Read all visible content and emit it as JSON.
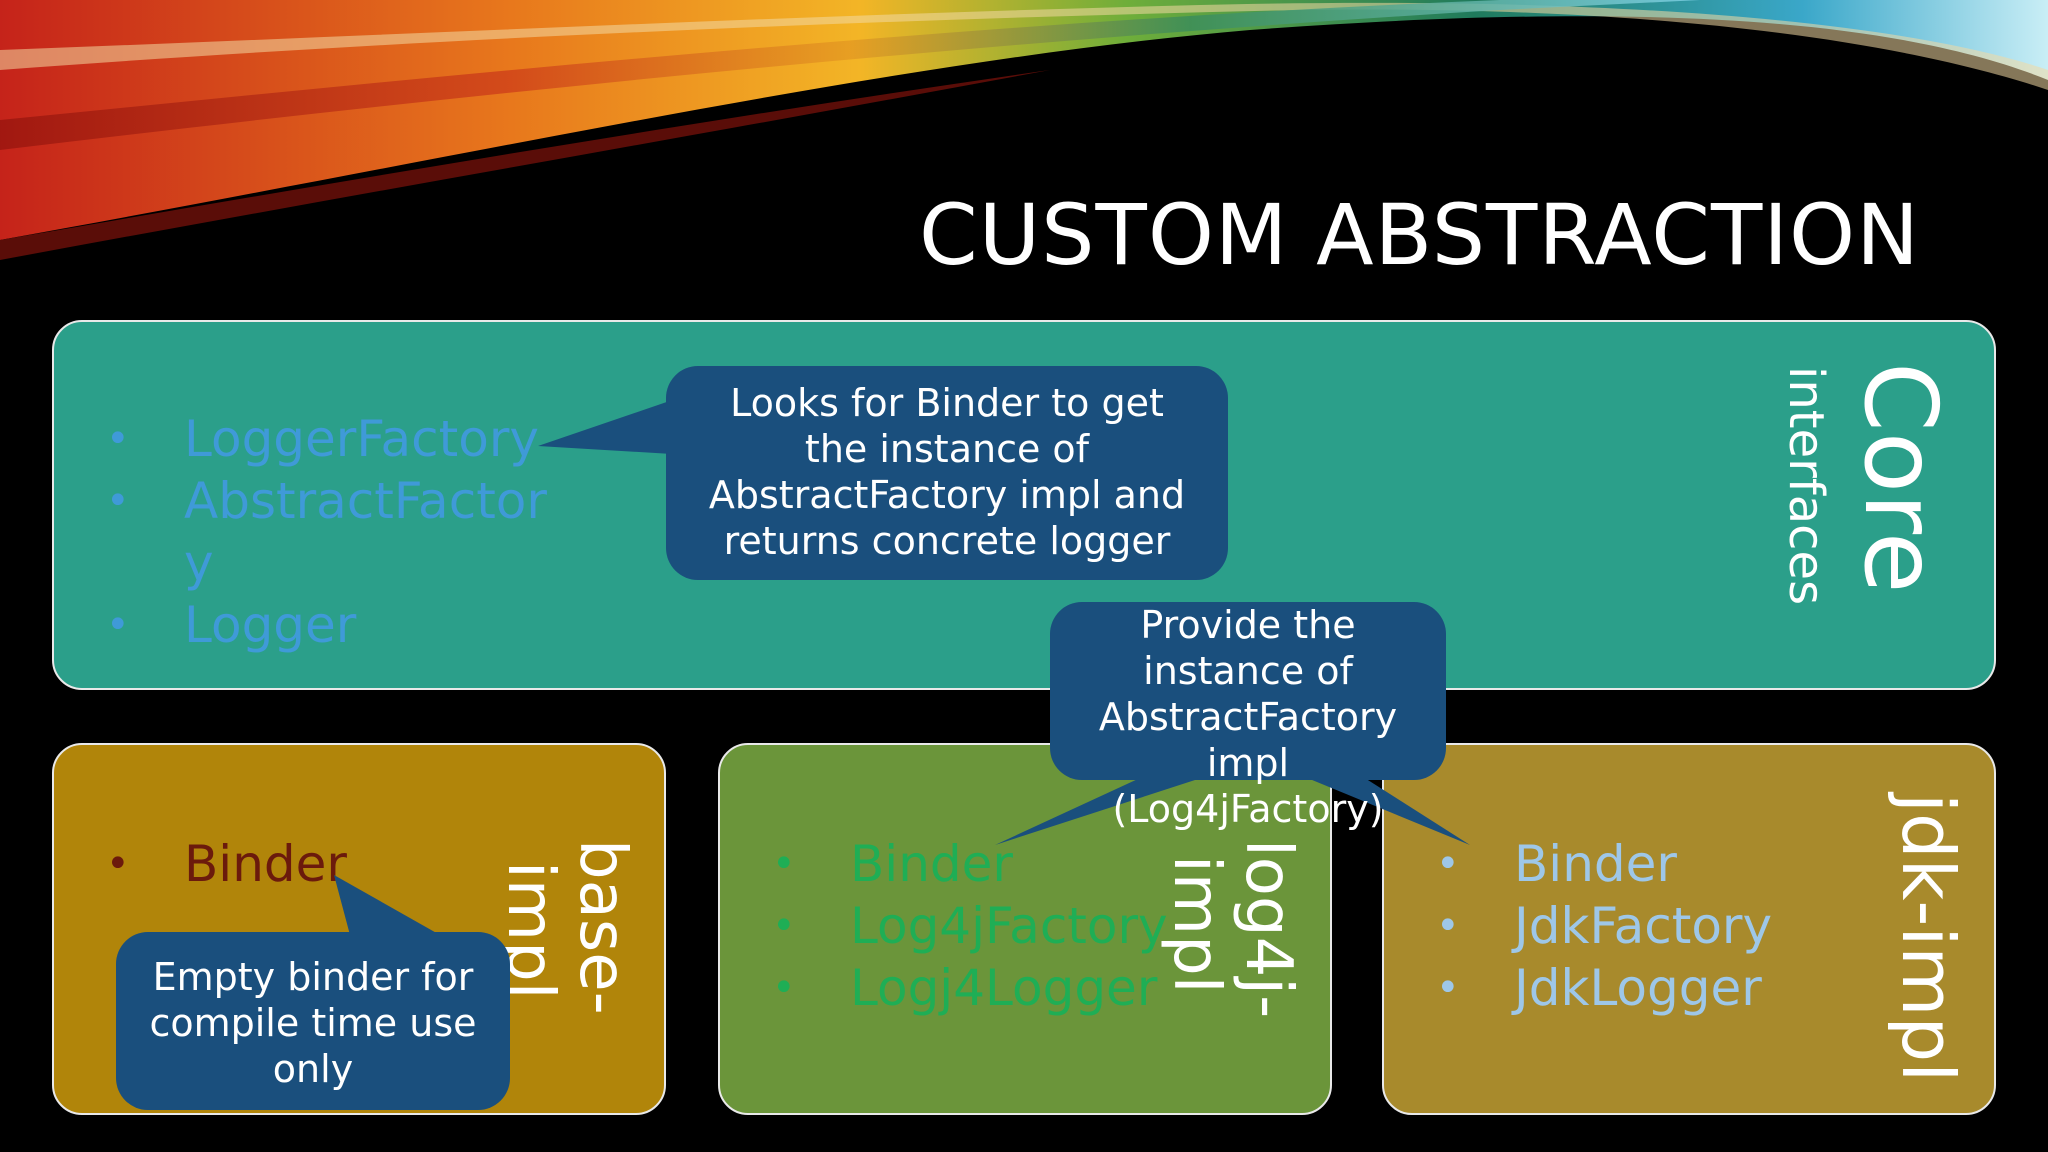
{
  "title": "CUSTOM ABSTRACTION",
  "core": {
    "label": "Core",
    "sublabel": "interfaces",
    "items": [
      "LoggerFactory",
      "AbstractFactor y",
      "Logger"
    ],
    "color": "#2b9f8a",
    "text_color": "#3f9ad8"
  },
  "base_impl": {
    "label": "base-impl",
    "label_line1": "base-",
    "label_line2": "impl",
    "items": [
      "Binder"
    ],
    "color": "#b1850a",
    "text_color": "#6b1a0c"
  },
  "log4j_impl": {
    "label": "log4j-impl",
    "label_line1": "log4j-",
    "label_line2": "impl",
    "items": [
      "Binder",
      "Log4jFactory",
      "Logj4Logger"
    ],
    "color": "#6b953a",
    "text_color": "#1fae55"
  },
  "jdk_impl": {
    "label": "jdk-impl",
    "items": [
      "Binder",
      "JdkFactory",
      "JdkLogger"
    ],
    "color": "#a88a2c",
    "text_color": "#9ec7e8"
  },
  "callouts": {
    "core_binder": "Looks for Binder to get the instance of AbstractFactory impl and returns concrete logger",
    "provide_instance": "Provide the instance of AbstractFactory impl (Log4jFactory)",
    "empty_binder": "Empty binder for compile time use only"
  }
}
